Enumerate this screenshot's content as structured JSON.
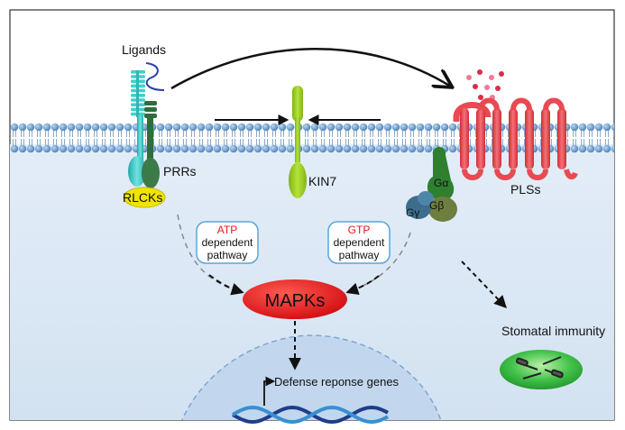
{
  "labels": {
    "ligands": "Ligands",
    "prrs": "PRRs",
    "rlcks": "RLCKs",
    "kin7": "KIN7",
    "plss": "PLSs",
    "g_alpha": "Gα",
    "g_beta": "Gβ",
    "g_gamma": "Gγ",
    "mapks": "MAPKs",
    "defense_genes": "Defense reponse genes",
    "stomatal_immunity": "Stomatal immunity"
  },
  "pathways": {
    "atp": {
      "title": "ATP",
      "line1": "dependent",
      "line2": "pathway"
    },
    "gtp": {
      "title": "GTP",
      "line1": "dependent",
      "line2": "pathway"
    }
  },
  "colors": {
    "membrane_head": "#5b8fc7",
    "cytoplasm": "#dbe7f4",
    "prr_cyan": "#3fd0cc",
    "prr_dark": "#2e6e3c",
    "rlck_yellow": "#f1e400",
    "kin7_green": "#9ccc1f",
    "pls_red": "#e94a52",
    "mapk_red": "#e8141c",
    "pathway_red": "#e8141c",
    "g_alpha": "#2f7f2f",
    "g_beta": "#6e7e3f",
    "g_gamma": "#3d6d8d",
    "stomata_green": "#3bb84a"
  }
}
